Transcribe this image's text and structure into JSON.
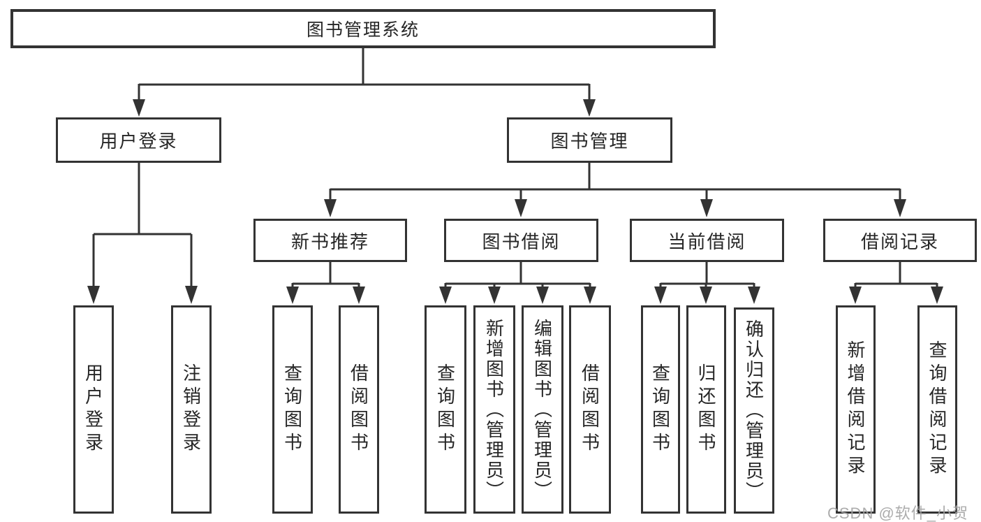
{
  "tree": {
    "root": {
      "label": "图书管理系统"
    },
    "branches": [
      {
        "label": "用户登录",
        "children": [
          {
            "label": "用户登录"
          },
          {
            "label": "注销登录"
          }
        ]
      },
      {
        "label": "图书管理",
        "children": [
          {
            "label": "新书推荐",
            "children": [
              {
                "label": "查询图书"
              },
              {
                "label": "借阅图书"
              }
            ]
          },
          {
            "label": "图书借阅",
            "children": [
              {
                "label": "查询图书"
              },
              {
                "label": "新增图书（管理员）"
              },
              {
                "label": "编辑图书（管理员）"
              },
              {
                "label": "借阅图书"
              }
            ]
          },
          {
            "label": "当前借阅",
            "children": [
              {
                "label": "查询图书"
              },
              {
                "label": "归还图书"
              },
              {
                "label": "确认归还（管理员）"
              }
            ]
          },
          {
            "label": "借阅记录",
            "children": [
              {
                "label": "新增借阅记录"
              },
              {
                "label": "查询借阅记录"
              }
            ]
          }
        ]
      }
    ]
  },
  "watermark": "CSDN @软件_小贺同学",
  "colors": {
    "line": "#333333",
    "box_border": "#333333",
    "box_background": "#ffffff",
    "text": "#262626",
    "watermark": "#a3a3a3"
  }
}
